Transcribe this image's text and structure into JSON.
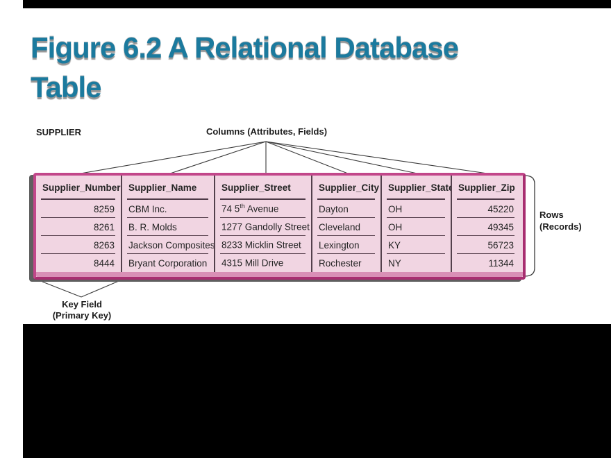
{
  "title": {
    "line1": "Figure 6.2 A Relational Database",
    "line2": "Table"
  },
  "figure": {
    "table_name": "SUPPLIER",
    "columns_annotation": "Columns (Attributes, Fields)",
    "rows_annotation": {
      "line1": "Rows",
      "line2": "(Records)"
    },
    "key_annotation": {
      "line1": "Key Field",
      "line2": "(Primary Key)"
    }
  },
  "table": {
    "headers": [
      "Supplier_Number",
      "Supplier_Name",
      "Supplier_Street",
      "Supplier_City",
      "Supplier_State",
      "Supplier_Zip"
    ],
    "rows": [
      {
        "number": "8259",
        "name": "CBM Inc.",
        "street_pre": "74 5",
        "street_sup": "th",
        "street_post": " Avenue",
        "city": "Dayton",
        "state": "OH",
        "zip": "45220"
      },
      {
        "number": "8261",
        "name": "B. R. Molds",
        "street_pre": "1277 Gandolly Street",
        "street_sup": "",
        "street_post": "",
        "city": "Cleveland",
        "state": "OH",
        "zip": "49345"
      },
      {
        "number": "8263",
        "name": "Jackson Composites",
        "street_pre": "8233 Micklin Street",
        "street_sup": "",
        "street_post": "",
        "city": "Lexington",
        "state": "KY",
        "zip": "56723"
      },
      {
        "number": "8444",
        "name": "Bryant Corporation",
        "street_pre": "4315 Mill Drive",
        "street_sup": "",
        "street_post": "",
        "city": "Rochester",
        "state": "NY",
        "zip": "11344"
      }
    ]
  },
  "colors": {
    "title_teal": "#1b7a9e",
    "table_border_magenta": "#b23579",
    "table_fill_pink": "#f1d5e2",
    "table_bevel_pink": "#d98fb6",
    "left_shadow_gray": "#5f5f5f",
    "connector_line": "#3a3a3a",
    "cell_rule": "#5a4350",
    "matte_black": "#000000"
  }
}
